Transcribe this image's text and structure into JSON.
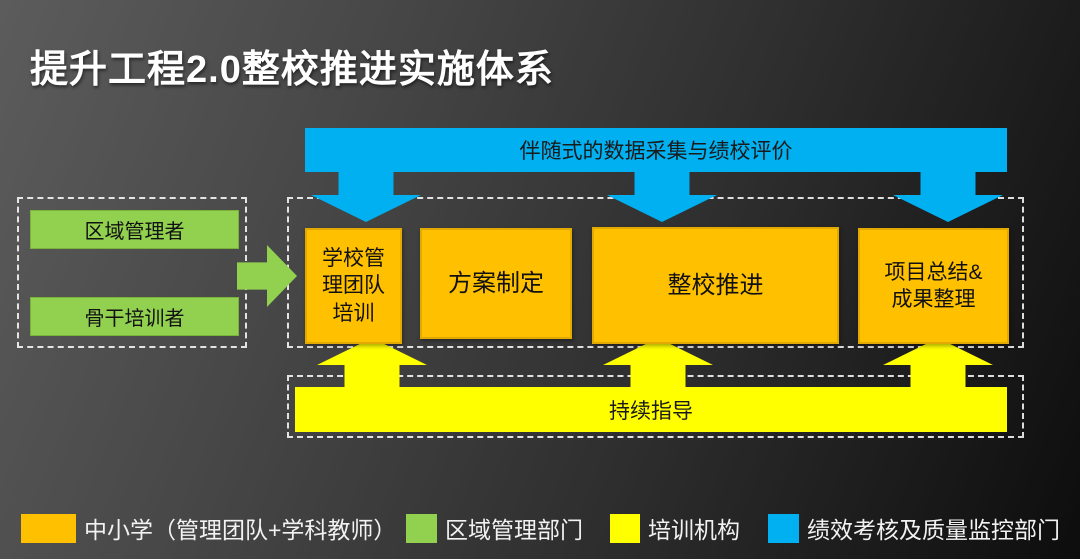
{
  "title": "提升工程2.0整校推进实施体系",
  "colors": {
    "school_orange": "#FFC000",
    "region_green": "#92D050",
    "training_yellow": "#FFFF00",
    "monitor_blue": "#00B0F0",
    "background_light": "#5c5c5c",
    "background_dark": "#0d0d0d"
  },
  "top_banner": {
    "label": "伴随式的数据采集与绩校评价"
  },
  "bottom_banner": {
    "label": "持续指导"
  },
  "left_group": {
    "items": [
      {
        "label": "区域管理者"
      },
      {
        "label": "骨干培训者"
      }
    ]
  },
  "process": {
    "steps": [
      {
        "label": "学校管\n理团队\n培训"
      },
      {
        "label": "方案制定"
      },
      {
        "label": "整校推进"
      },
      {
        "label": "项目总结&\n成果整理"
      }
    ]
  },
  "legend": {
    "items": [
      {
        "color": "#FFC000",
        "label": "中小学（管理团队+学科教师）"
      },
      {
        "color": "#92D050",
        "label": "区域管理部门"
      },
      {
        "color": "#FFFF00",
        "label": "培训机构"
      },
      {
        "color": "#00B0F0",
        "label": "绩效考核及质量监控部门"
      }
    ]
  }
}
